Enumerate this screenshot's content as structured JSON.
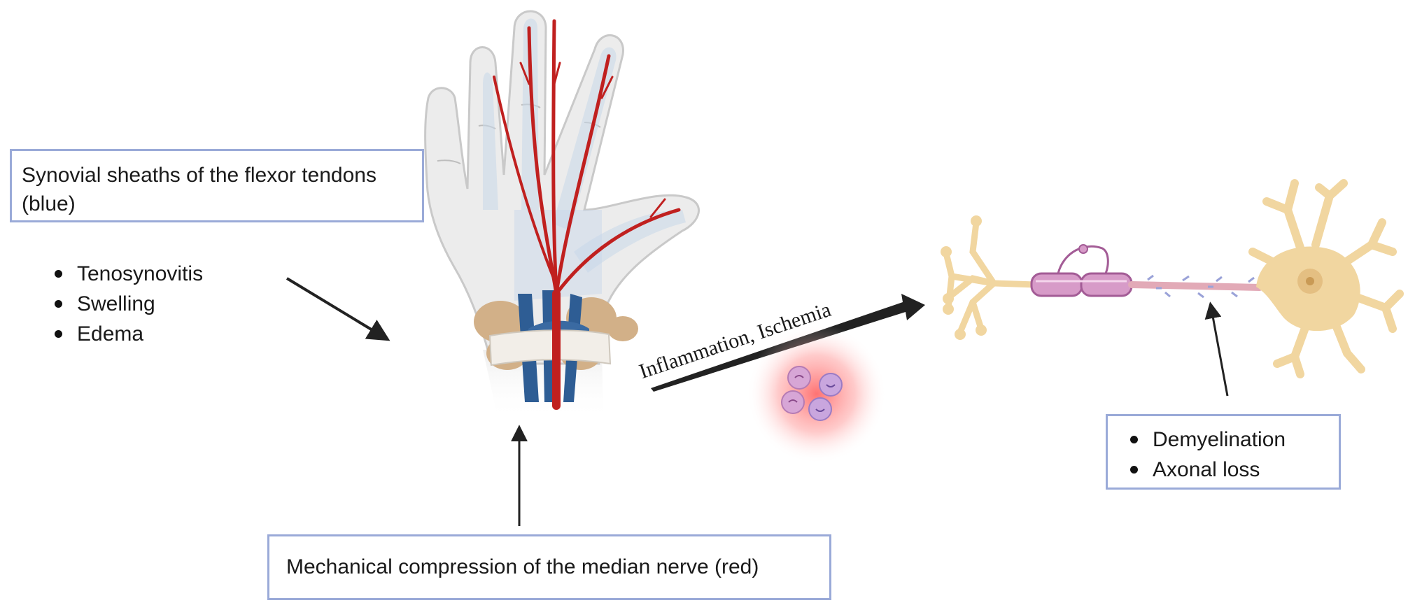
{
  "synovial_box": {
    "line1": "Synovial sheaths of the flexor tendons",
    "line2": "(blue)"
  },
  "left_list": [
    "Tenosynovitis",
    "Swelling",
    "Edema"
  ],
  "mechanical_box": {
    "text": "Mechanical compression of the median nerve (red)"
  },
  "arrow_label": "Inflammation, Ischemia",
  "neuron_box": {
    "items": [
      "Demyelination",
      "Axonal loss"
    ]
  },
  "colors": {
    "nerve": "#c0201f",
    "sheath": "#2e5d94",
    "bone": "#d2b088",
    "neuron": "#f1d6a0",
    "myelin": "#d79bc8",
    "box_border": "#9aaad8",
    "inflammation_glow": "#ff6b6b"
  }
}
